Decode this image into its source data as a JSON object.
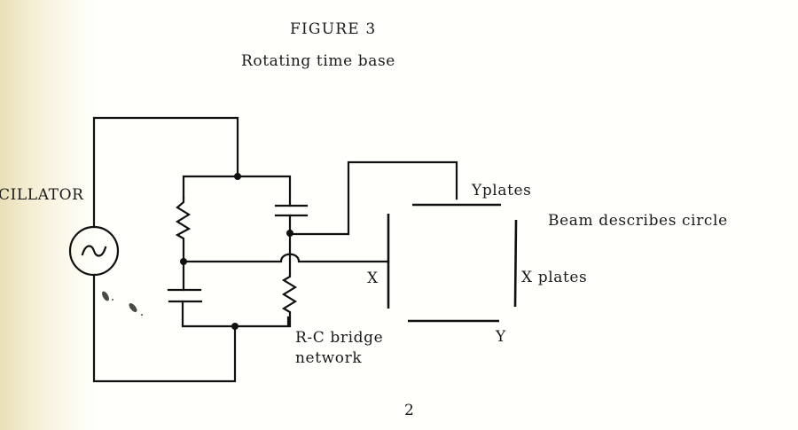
{
  "figure": {
    "number_label": "FIGURE 3",
    "caption": "Rotating time base",
    "page_number": "2"
  },
  "labels": {
    "oscillator": "CILLATOR",
    "y_plates": "Yplates",
    "x_plates": "X plates",
    "beam": "Beam describes circle",
    "x": "X",
    "y": "Y",
    "bridge_line1": "R-C bridge",
    "bridge_line2": "network"
  },
  "components": {
    "source": {
      "type": "ac-oscillator",
      "symbol": "~"
    },
    "resistors": [
      "bridge-upper-left-resistor",
      "bridge-lower-right-resistor"
    ],
    "capacitors": [
      "bridge-upper-right-capacitor",
      "bridge-lower-left-capacitor"
    ],
    "deflection_plates": [
      "y-plate-top",
      "y-plate-bottom",
      "x-plate-left",
      "x-plate-right"
    ]
  }
}
